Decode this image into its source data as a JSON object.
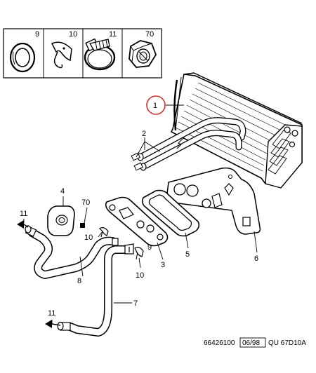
{
  "legend": {
    "items": [
      {
        "number": "9",
        "icon": "seal-ring-icon"
      },
      {
        "number": "10",
        "icon": "spring-clip-icon"
      },
      {
        "number": "11",
        "icon": "hose-clamp-icon"
      },
      {
        "number": "70",
        "icon": "hex-nut-icon"
      }
    ]
  },
  "callouts": {
    "c1": "1",
    "c2": "2",
    "c3": "3",
    "c4": "4",
    "c5": "5",
    "c6": "6",
    "c7": "7",
    "c8": "8",
    "c9": "9",
    "c10a": "10",
    "c10b": "10",
    "c11a": "11",
    "c11b": "11",
    "c70": "70"
  },
  "footer": {
    "ref": "66426100",
    "date": "06/98",
    "code": "QU 67D10A"
  },
  "colors": {
    "line": "#000000",
    "highlight": "#d93030"
  }
}
